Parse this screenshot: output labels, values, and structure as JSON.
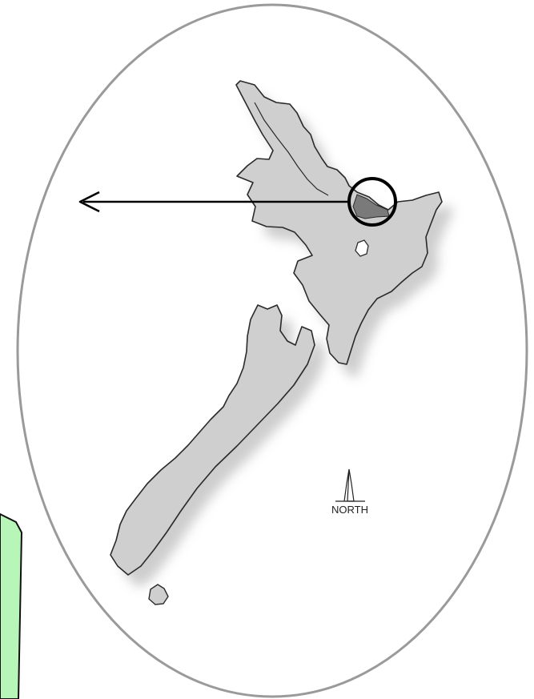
{
  "colors": {
    "background": "#ffffff",
    "frame_ellipse": "#9a9a9a",
    "land": "#cfcfcf",
    "land_outline": "#2a2a2a",
    "shadow": "#bdbdbd",
    "highlight_region": "#7a7a7a",
    "inset_panel": "#b8f5b8",
    "arrow": "#000000"
  },
  "map": {
    "islands": [
      "north-island",
      "south-island",
      "stewart-island"
    ],
    "lake_present": true
  },
  "north_arrow": {
    "label": "NORTH",
    "icon": "north-arrow-icon"
  },
  "pointer": {
    "direction": "left",
    "icon": "arrow-left-icon"
  },
  "highlight": {
    "icon": "circle-marker-icon"
  }
}
